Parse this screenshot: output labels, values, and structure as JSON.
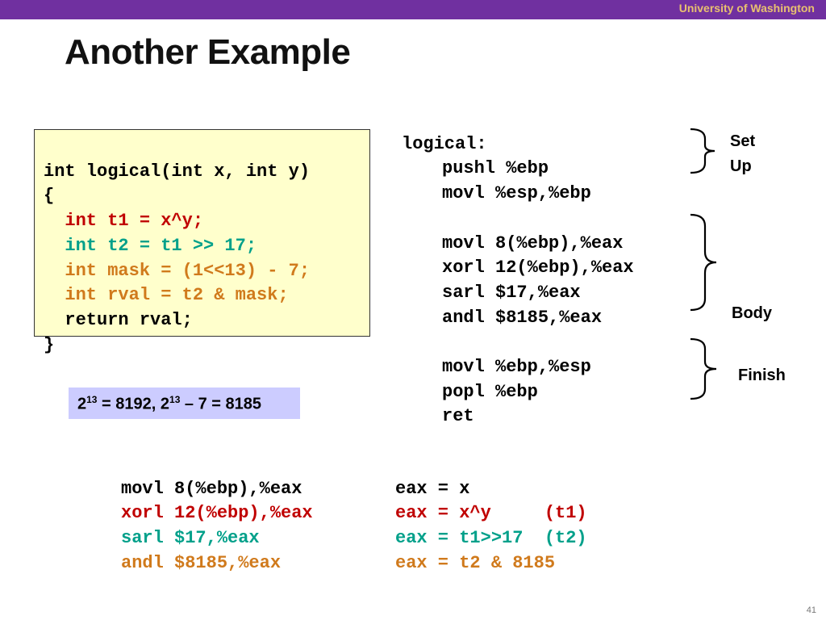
{
  "header": {
    "org": "University of Washington"
  },
  "slide": {
    "title": "Another Example",
    "page_number": "41"
  },
  "c_code": {
    "lines": [
      "int logical(int x, int y)",
      "{",
      "  int t1 = x^y;",
      "  int t2 = t1 >> 17;",
      "  int mask = (1<<13) - 7;",
      "  int rval = t2 & mask;",
      "  return rval;",
      "}"
    ]
  },
  "assembly": {
    "label": "logical:",
    "setup": [
      "pushl %ebp",
      "movl %esp,%ebp"
    ],
    "body": [
      "movl 8(%ebp),%eax",
      "xorl 12(%ebp),%eax",
      "sarl $17,%eax",
      "andl $8185,%eax"
    ],
    "finish": [
      "movl %ebp,%esp",
      "popl %ebp",
      "ret"
    ]
  },
  "brace_labels": {
    "setup_1": "Set",
    "setup_2": "Up",
    "body": "Body",
    "finish": "Finish"
  },
  "note": {
    "base1": "2",
    "exp1": "13",
    "part1": " = 8192, ",
    "base2": "2",
    "exp2": "13",
    "part2": " – 7 = 8185"
  },
  "annotated": {
    "instructions": [
      "movl 8(%ebp),%eax",
      "xorl 12(%ebp),%eax",
      "sarl $17,%eax",
      "andl $8185,%eax"
    ],
    "meanings": [
      "eax = x",
      "eax = x^y     (t1)",
      "eax = t1>>17  (t2)",
      "eax = t2 & 8185"
    ]
  },
  "colors": {
    "header_bar": "#7030a0",
    "header_text": "#e8c070",
    "code_box": "#ffffcc",
    "note_box": "#ccccff",
    "red": "#c00000",
    "green": "#00a08a",
    "orange": "#d07a1c"
  }
}
